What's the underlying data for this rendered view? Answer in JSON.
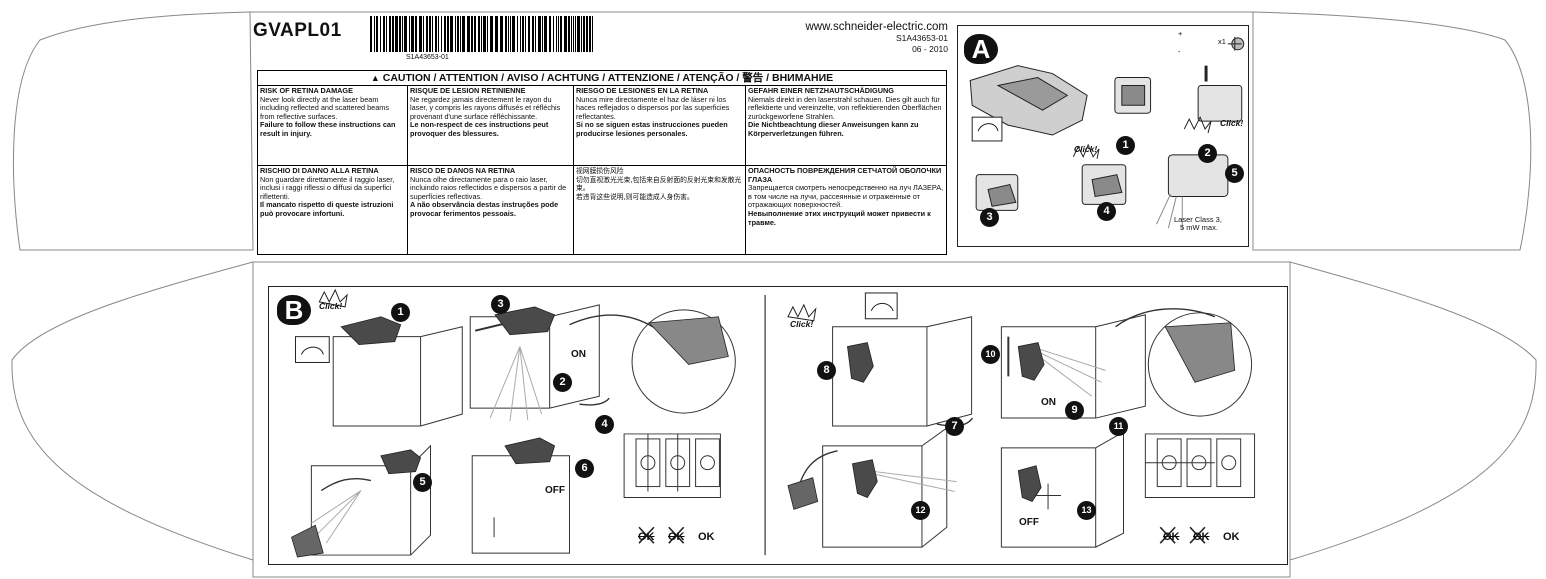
{
  "header": {
    "product_code": "GVAPL01",
    "barcode_number": "S1A43653-01",
    "website": "www.schneider-electric.com",
    "reference": "S1A43653-01",
    "date": "06 - 2010"
  },
  "caution": {
    "title": "CAUTION / ATTENTION / AVISO / ACHTUNG / ATTENZIONE / ATENÇÃO /  警告  / ВНИМАНИЕ",
    "cells": [
      {
        "title": "RISK OF RETINA DAMAGE",
        "body": "Never look directly at the laser beam including reflected and scattered beams from reflective surfaces.",
        "warning": "Failure to follow these instructions can result in injury."
      },
      {
        "title": "RISQUE DE LESION RETINIENNE",
        "body": "Ne regardez jamais directement le rayon du laser, y compris les rayons diffusés et réfléchis provenant d'une surface réfléchissante.",
        "warning": "Le non-respect de ces instructions peut provoquer des blessures."
      },
      {
        "title": "RIESGO DE LESIONES EN LA RETINA",
        "body": "Nunca mire directamente el haz de láser ni los haces reflejados o dispersos por las superficies reflectantes.",
        "warning": "Si no se siguen estas instrucciones pueden producirse lesiones personales."
      },
      {
        "title": "GEFAHR EINER NETZHAUTSCHÄDIGUNG",
        "body": "Niemals direkt in den laserstrahl schauen. Dies gilt auch für reflektierte und vereinzelte, von reflektierenden Oberflächen zurückgeworfene Strahlen.",
        "warning": "Die Nichtbeachtung dieser Anweisungen kann zu Körperverletzungen führen."
      },
      {
        "title": "RISCHIO DI DANNO ALLA RETINA",
        "body": "Non guardare direttamente il raggio laser, inclusi i raggi riflessi o diffusi da superfici riflettenti.",
        "warning": "Il mancato rispetto di queste istruzioni può provocare infortuni."
      },
      {
        "title": "RISCO DE DANOS NA RETINA",
        "body": "Nunca olhe directamente para o raio laser, incluindo raios reflectidos e dispersos a partir de superfícies reflectivas.",
        "warning": "A não observância destas instruções pode provocar ferimentos pessoais."
      },
      {
        "title": "视网膜损伤风险",
        "body": "切勿直视激光光束,包括来自反射面的反射光束和发散光束。",
        "warning": "若违背这些说明,则可能造成人身伤害。"
      },
      {
        "title": "ОПАСНОСТЬ ПОВРЕЖДЕНИЯ СЕТЧАТОЙ ОБОЛОЧКИ ГЛАЗА",
        "body": "Запрещается смотреть непосредственно на луч ЛАЗЕРА, в том числе на лучи, рассеянные и отраженные от отражающих поверхностей.",
        "warning": "Невыполнение этих инструкций может привести к травме."
      }
    ]
  },
  "panel_a": {
    "letter": "A",
    "steps": [
      "1",
      "2",
      "3",
      "4",
      "5"
    ],
    "click_label": "Click!",
    "battery_plus": "+",
    "battery_minus": "-",
    "battery_count": "x1",
    "laser_class": "Laser Class 3,",
    "laser_power": "5 mW max."
  },
  "panel_b": {
    "letter": "B",
    "steps": [
      "1",
      "2",
      "3",
      "4",
      "5",
      "6",
      "7",
      "8",
      "9",
      "10",
      "11",
      "12",
      "13"
    ],
    "click_label": "Click!",
    "on_label": "ON",
    "off_label": "OFF",
    "ok_label": "OK"
  }
}
